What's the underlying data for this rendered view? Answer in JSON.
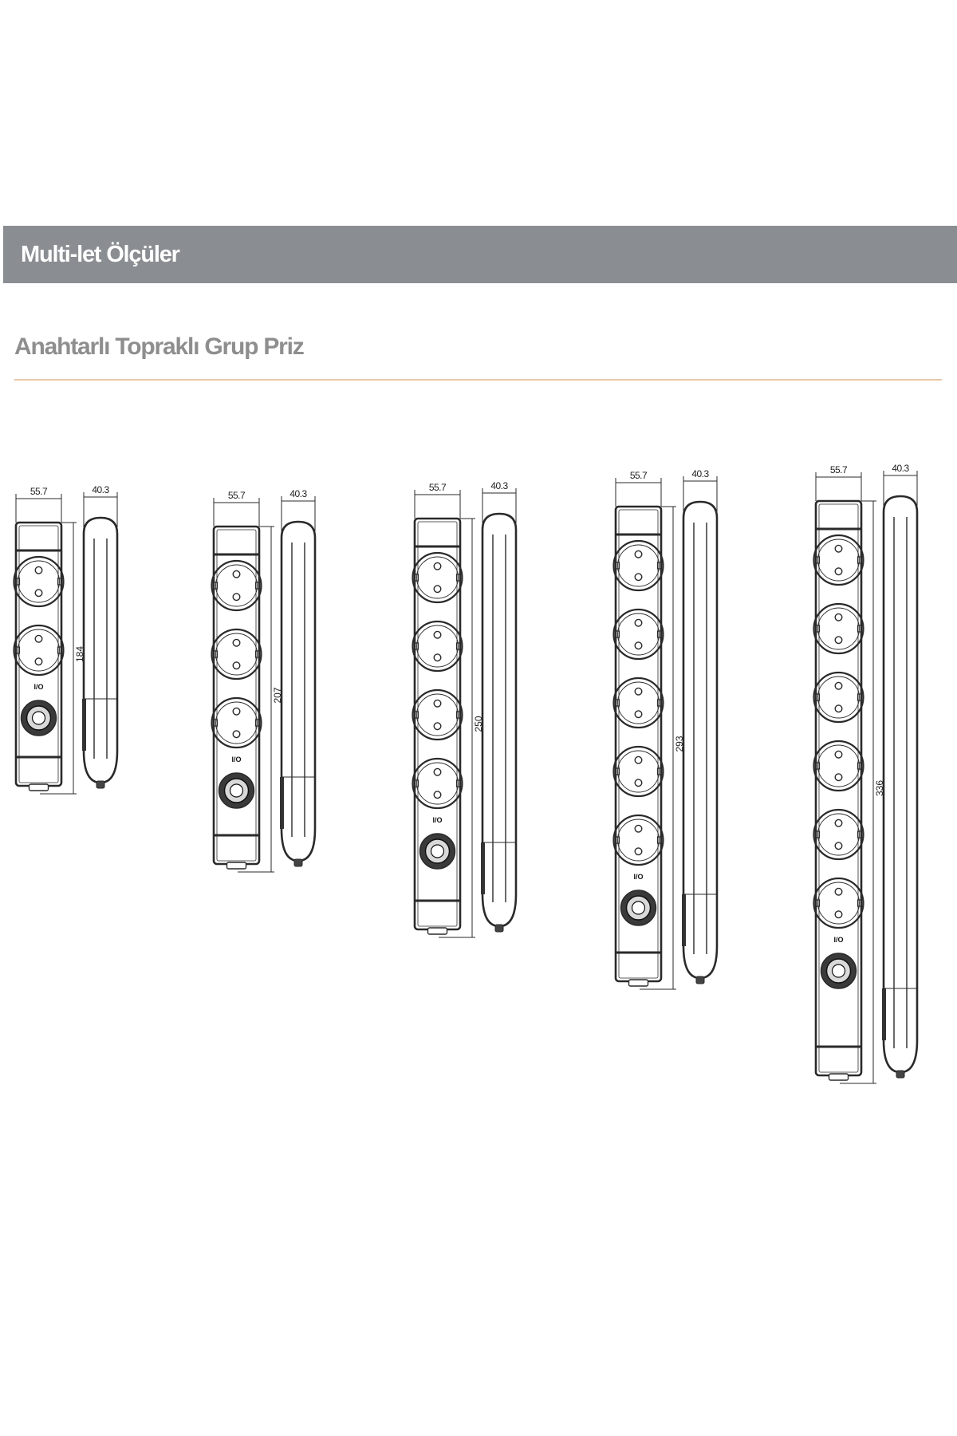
{
  "header": {
    "title": "Multi-let Ölçüler"
  },
  "section": {
    "title": "Anahtarlı Topraklı Grup Priz"
  },
  "products": [
    {
      "outlets": 2,
      "width": "55.7",
      "depth": "40.3",
      "length": "184"
    },
    {
      "outlets": 3,
      "width": "55.7",
      "depth": "40.3",
      "length": "207"
    },
    {
      "outlets": 4,
      "width": "55.7",
      "depth": "40.3",
      "length": "250"
    },
    {
      "outlets": 5,
      "width": "55.7",
      "depth": "40.3",
      "length": "293"
    },
    {
      "outlets": 6,
      "width": "55.7",
      "depth": "40.3",
      "length": "336"
    }
  ],
  "switch_label": "I/O",
  "colors": {
    "header_band": "#8a8d91",
    "rule": "#e8c6a8",
    "line": "#2a2a2a"
  }
}
